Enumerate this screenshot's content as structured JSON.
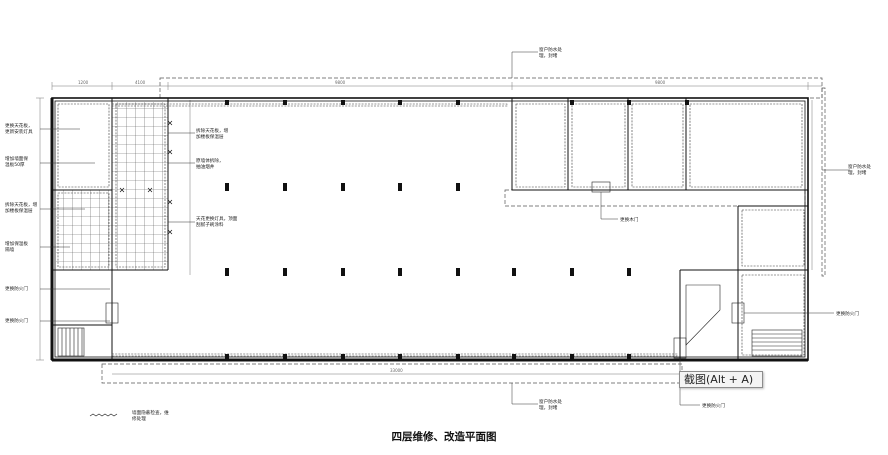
{
  "title": "四层维修、改造平面图",
  "tooltip": "截图(Alt + A)",
  "notes": {
    "top_window": [
      "窗户防水处",
      "理，封堵"
    ],
    "right_window": [
      "窗户防水处",
      "理，封堵"
    ],
    "bottom_window": [
      "窗户防水处",
      "理，封堵"
    ],
    "left_ceiling": [
      "更换天花板，",
      "更新安装灯具"
    ],
    "left_insulation": [
      "增加墙面保",
      "温板50厚"
    ],
    "left_ceiling2": [
      "拆除天花板，增",
      "加楼板保温层"
    ],
    "left_wall_insul": [
      "增加保温板",
      "隔墙"
    ],
    "left_fire_door1": "更换防火门",
    "left_fire_door2": "更换防火门",
    "mid_ceiling": [
      "拆除天花板，增",
      "加楼板保温层"
    ],
    "mid_demolish": [
      "原墙体拆除，",
      "抽油烟井"
    ],
    "mid_lamp": [
      "天花更换灯具，顶面",
      "刮腻子刷涂料"
    ],
    "wood_door": "更换木门",
    "right_fire_door": "更换防火门",
    "bottom_fire_door": "更换防火门",
    "legend": [
      "墙面隐蔽检查，维",
      "修处理"
    ]
  },
  "dims": {
    "top": [
      "1200",
      "4100",
      "9800",
      "9800"
    ],
    "bottom": "33000"
  },
  "colors": {
    "line": "#111111",
    "thin": "#444444",
    "dash": "#555555"
  }
}
